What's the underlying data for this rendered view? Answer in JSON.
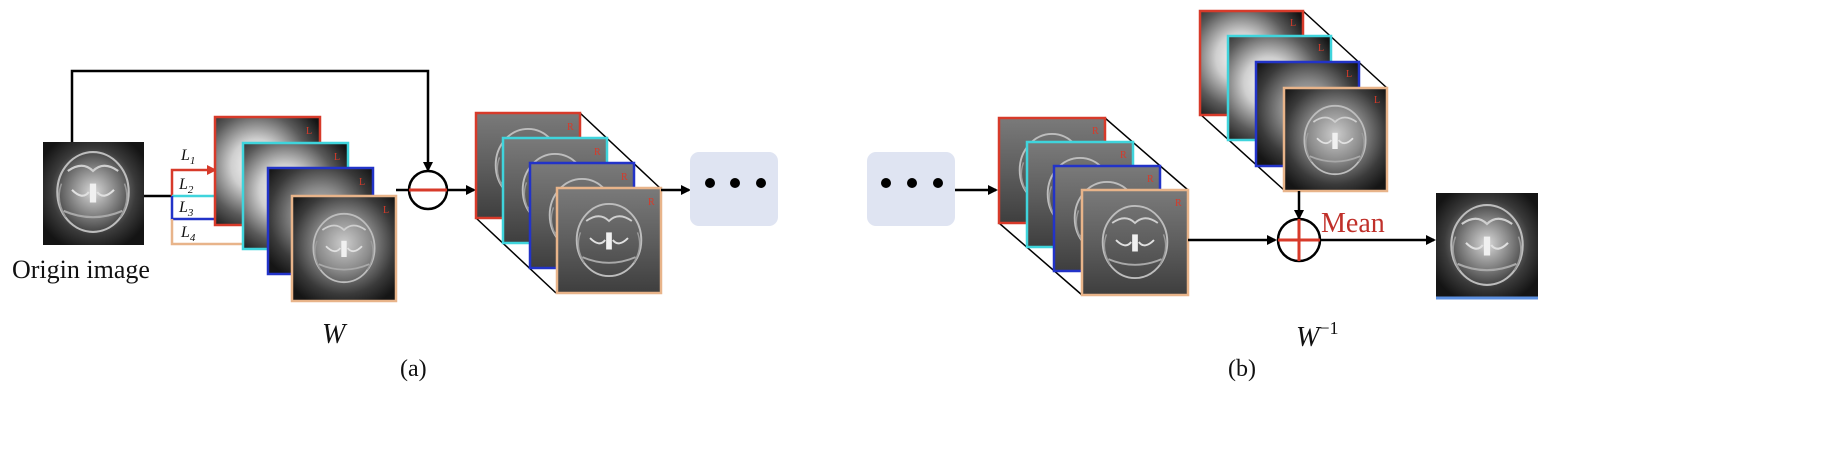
{
  "labels": {
    "origin": "Origin image",
    "w": "W",
    "w_inv_base": "W",
    "w_inv_exp": "−1",
    "mean": "Mean",
    "panel_a": "(a)",
    "panel_b": "(b)"
  },
  "lines": [
    {
      "base": "L",
      "sub": "1",
      "color": "#d73a2a"
    },
    {
      "base": "L",
      "sub": "2",
      "color": "#3fd4dc"
    },
    {
      "base": "L",
      "sub": "3",
      "color": "#2233c8"
    },
    {
      "base": "L",
      "sub": "4",
      "color": "#e8b48a"
    }
  ],
  "corner_marks": {
    "l": "L",
    "r": "R"
  },
  "colors": {
    "red": "#d73a2a",
    "cyan": "#3fd4dc",
    "blue": "#2233c8",
    "peach": "#e8b48a",
    "ellipsis_box": "#dfe4f2",
    "output_underline": "#5b8fe0",
    "mean_text": "#c0302a"
  },
  "icons": {
    "multiply": "circled-minus-operator",
    "add": "circled-plus-operator",
    "ellipsis": "three-dots"
  }
}
